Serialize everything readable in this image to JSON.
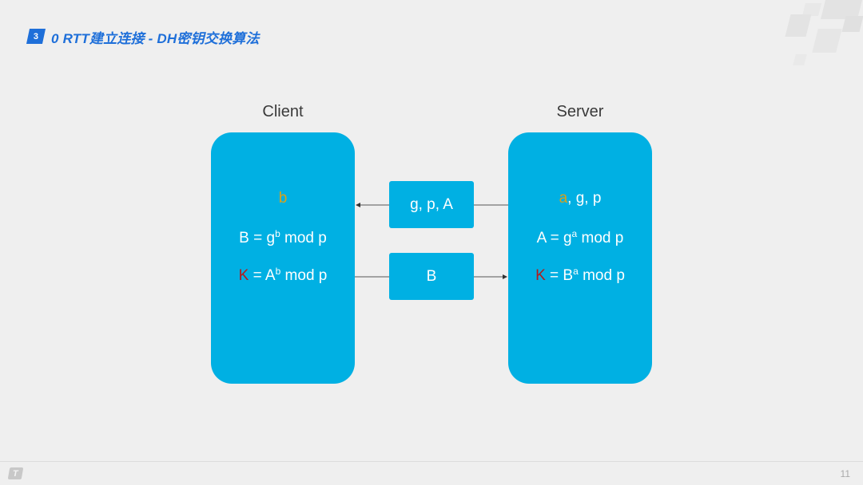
{
  "header": {
    "section_number": "3",
    "title": "0 RTT建立连接 - DH密钥交换算法"
  },
  "client": {
    "heading": "Client",
    "secret": "b",
    "line2": {
      "pre": "B = g",
      "sup": "b",
      "post": " mod p"
    },
    "line3": {
      "k": "K",
      "pre": " = A",
      "sup": "b",
      "post": " mod p"
    }
  },
  "server": {
    "heading": "Server",
    "line1": {
      "secret": "a",
      "rest": ", g, p"
    },
    "line2": {
      "pre": "A = g",
      "sup": "a",
      "post": " mod p"
    },
    "line3": {
      "k": "K",
      "pre": " = B",
      "sup": "a",
      "post": " mod p"
    }
  },
  "messages": {
    "to_client": "g, p, A",
    "to_server": "B"
  },
  "footer": {
    "logo_letter": "T",
    "page_number": "11"
  },
  "colors": {
    "panel": "#00b0e3",
    "title": "#1e6fd9",
    "secret": "#d9a21b",
    "key": "#b21b1b"
  }
}
